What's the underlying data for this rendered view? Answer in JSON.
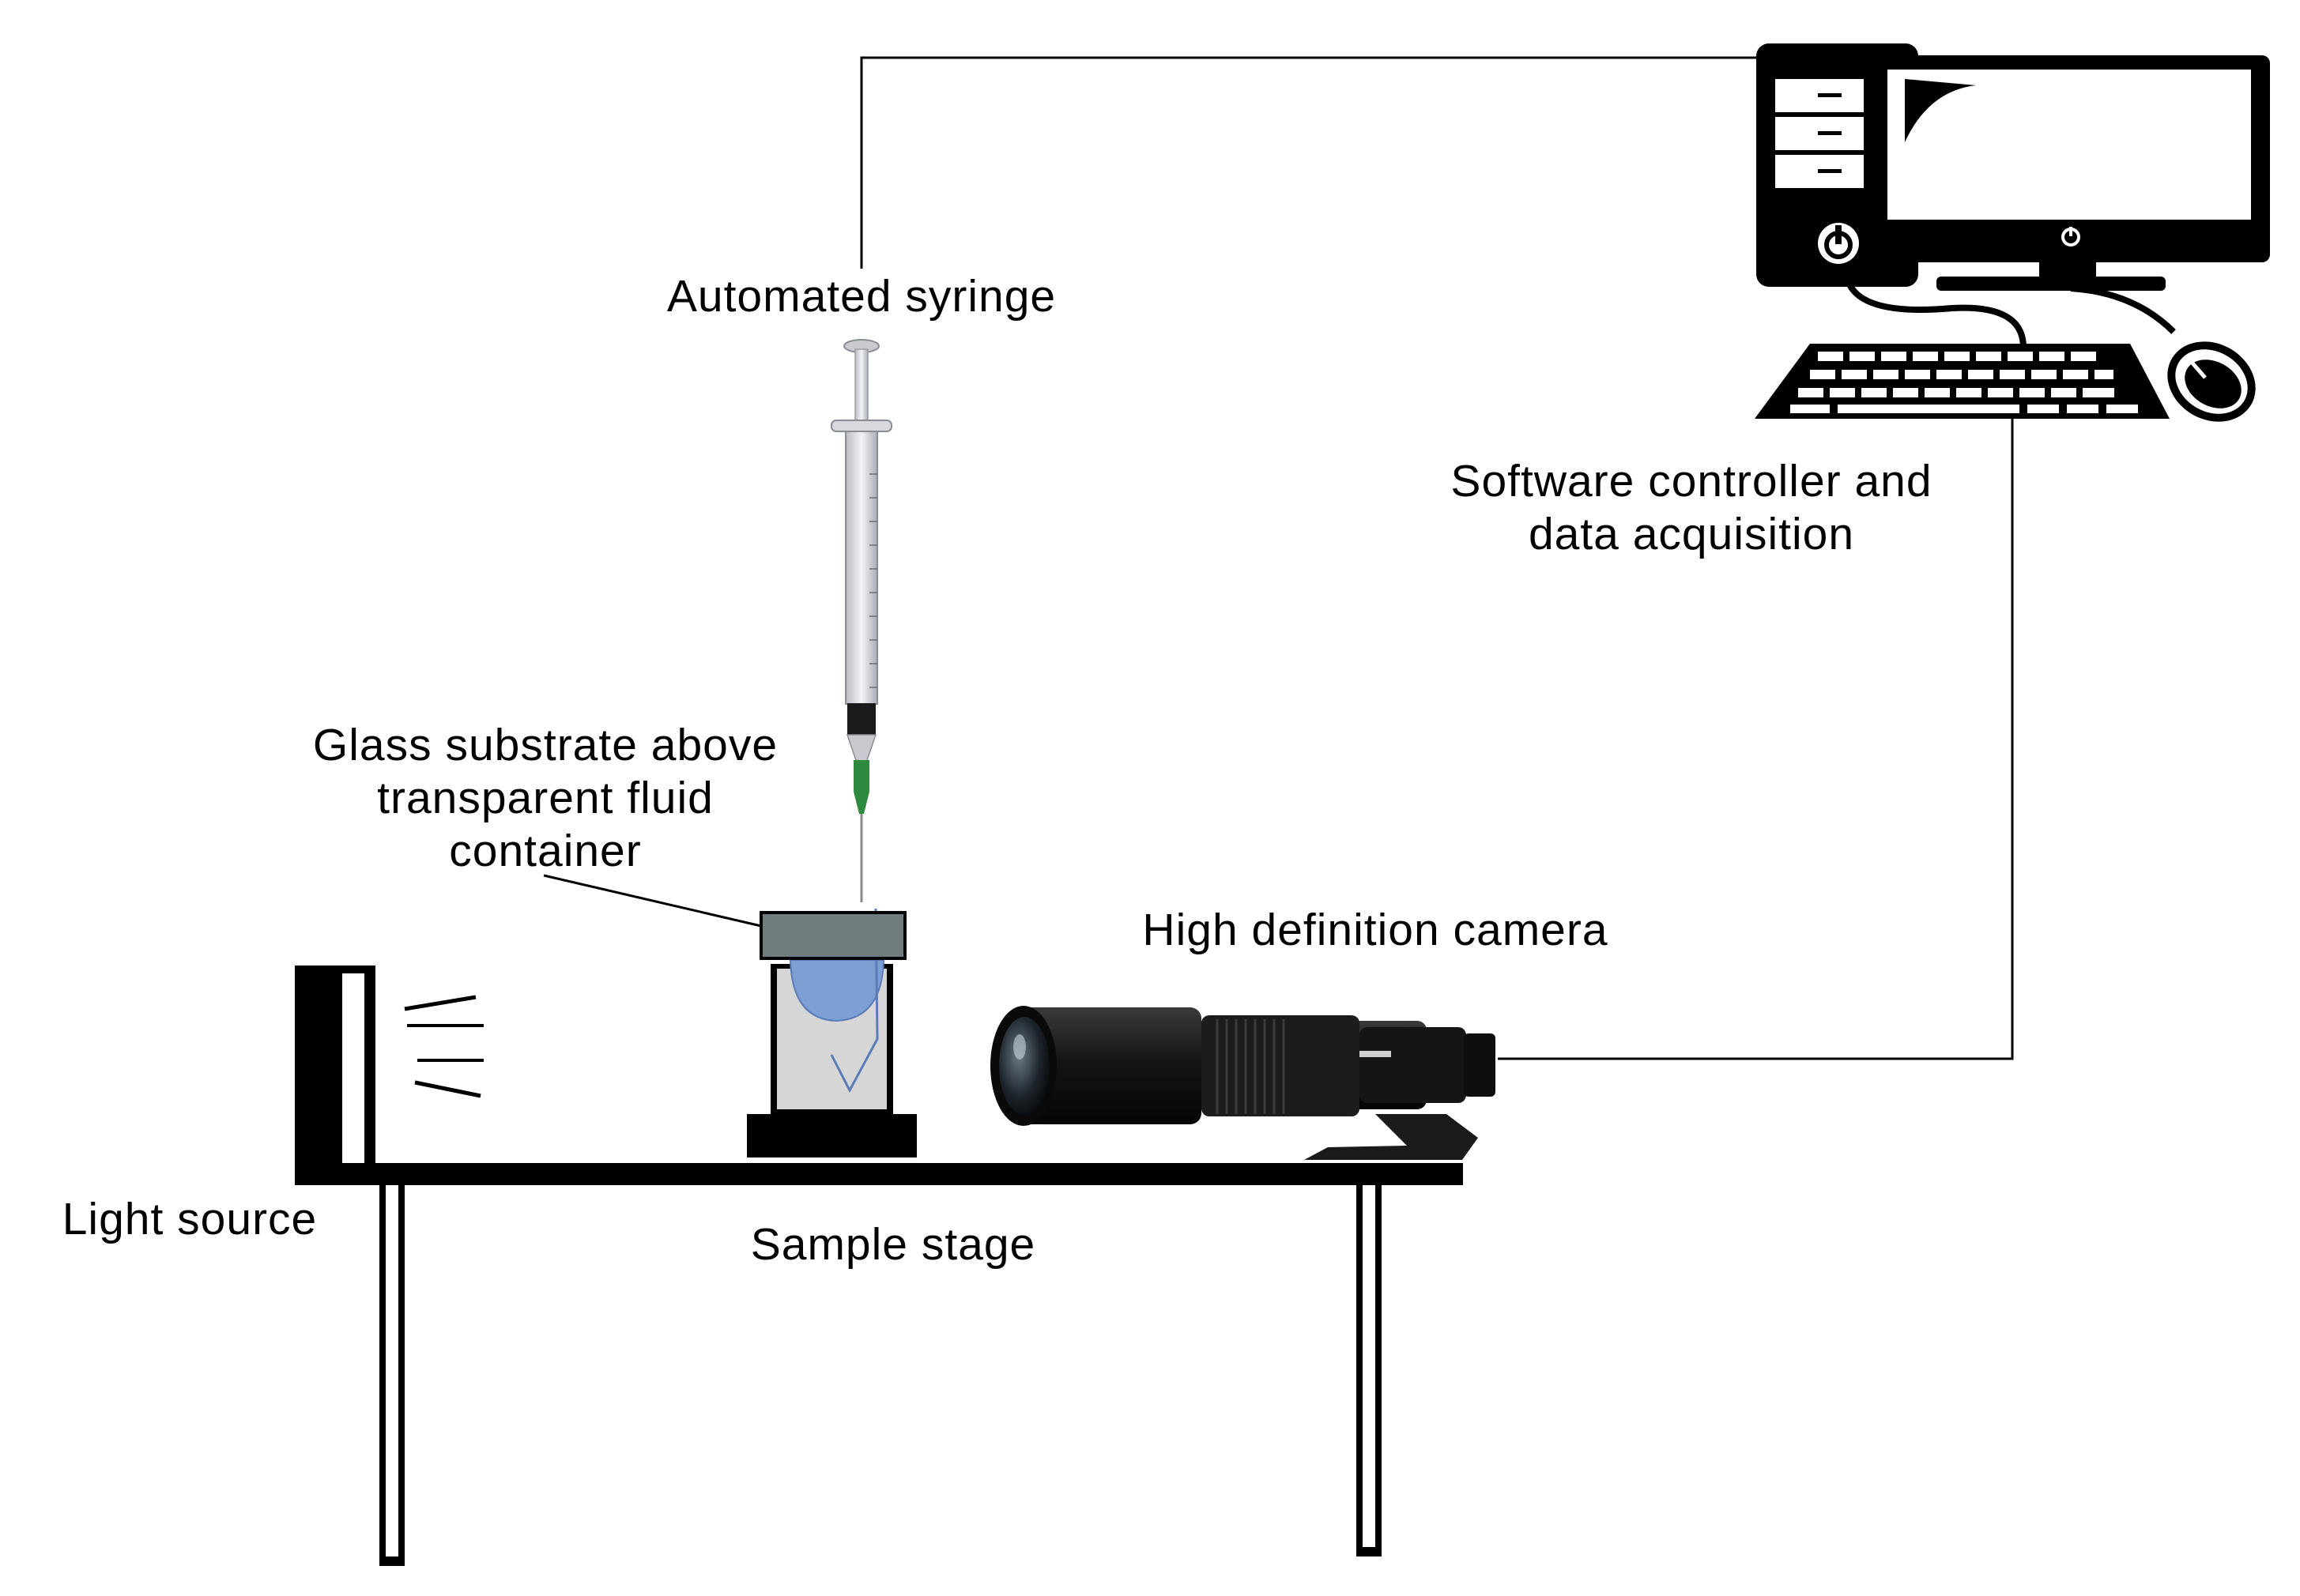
{
  "labels": {
    "automated_syringe": "Automated syringe",
    "software_controller_line1": "Software controller and",
    "software_controller_line2": "data acquisition",
    "glass_substrate_line1": "Glass substrate above",
    "glass_substrate_line2": "transparent fluid",
    "glass_substrate_line3": "container",
    "camera": "High definition camera",
    "light_source": "Light source",
    "sample_stage": "Sample stage"
  },
  "icons": {
    "computer": "desktop-computer-icon",
    "syringe": "syringe-icon",
    "camera": "telephoto-camera-icon",
    "light": "light-source-icon",
    "container": "fluid-container-icon",
    "stage": "sample-stage-table-icon"
  },
  "colors": {
    "line": "#000000",
    "substrate": "#6f7d7f",
    "droplet": "#7d9fd4",
    "container_fill": "#d6d6d6",
    "needle_tip": "#2e8b3e",
    "camera_body": "#1a1a1a"
  }
}
